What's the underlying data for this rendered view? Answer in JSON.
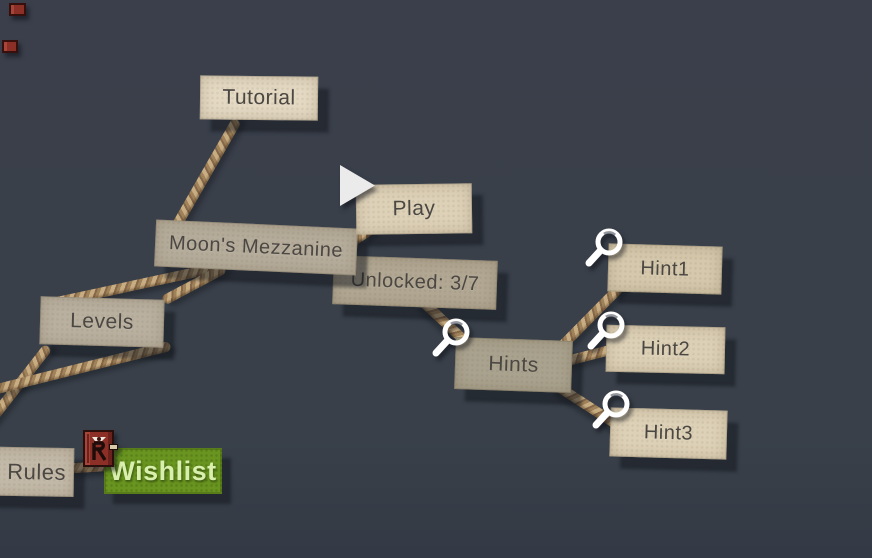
{
  "nodes": {
    "tutorial": {
      "label": "Tutorial"
    },
    "play": {
      "label": "Play"
    },
    "moons_mezzanine": {
      "label": "Moon's Mezzanine"
    },
    "unlocked": {
      "label": "Unlocked: 3/7"
    },
    "levels": {
      "label": "Levels"
    },
    "hints": {
      "label": "Hints"
    },
    "hint1": {
      "label": "Hint1"
    },
    "hint2": {
      "label": "Hint2"
    },
    "hint3": {
      "label": "Hint3"
    },
    "rules": {
      "label": "Rules"
    },
    "wishlist": {
      "label": "Wishlist"
    }
  },
  "icons": {
    "play_triangle": "play-triangle-icon",
    "magnifier": "magnifier-icon",
    "red_book": "rulebook-icon"
  },
  "colors": {
    "background": "#3a3f4b",
    "paper_light": "#e4d9c3",
    "paper_mid": "#d6c9ad",
    "paper_dark": "#aaa38f",
    "rope": "#b2946c",
    "shadow": "#262b35",
    "wishlist_green": "#68941f",
    "wishlist_text": "#d9efad",
    "tag_text": "#4b4742",
    "book_red": "#8c2f26"
  }
}
